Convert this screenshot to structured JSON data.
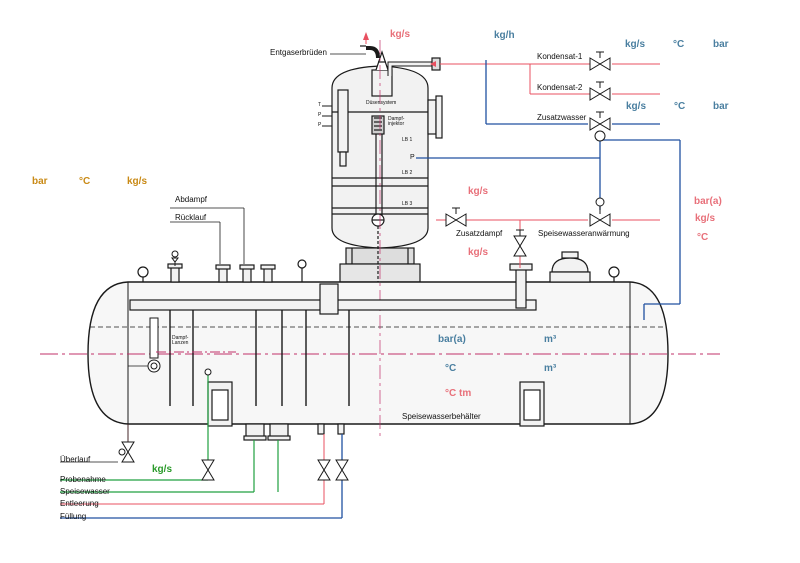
{
  "colors": {
    "background": "#ffffff",
    "line": "#1a1a1a",
    "vessel_fill": "#f2f2f2",
    "steam_red": "#e85060",
    "water_blue": "#2050a0",
    "sample_green": "#20a040",
    "centerline": "#c0306a",
    "label_orange": "#c98a16",
    "label_blue": "#4a7fa0",
    "label_pink": "#e8707a"
  },
  "labels": {
    "entgaserbrueden": "Entgaserbrüden",
    "duesensystem": "Düsensystem",
    "dampfinjektor": "Dampf-\ninjektor",
    "lb1": "LB 1",
    "lb2": "LB 2",
    "lb3": "LB 3",
    "level_tp_t": "T",
    "level_tp_p": "P",
    "level_tp_p2": "P",
    "kondensat1": "Kondensat-1",
    "kondensat2": "Kondensat-2",
    "zusatzwasser": "Zusatzwasser",
    "speisewasseranwaermung": "Speisewasseranwärmung",
    "zusatzdampf": "Zusatzdampf",
    "abdampf": "Abdampf",
    "ruecklauf": "Rücklauf",
    "dampflanzen": "Dampf-\nLanzen",
    "speisewasserbehaelter": "Speisewasserbehälter",
    "ueberlauf": "Überlauf",
    "probenahme": "Probenahme",
    "speisewasser": "Speisewasser",
    "entleerung": "Entleerung",
    "fuellung": "Füllung",
    "p_marker": "P"
  },
  "measurements": {
    "top_kgs": "kg/s",
    "top_kgh": "kg/h",
    "row1_kgs": "kg/s",
    "row1_c": "°C",
    "row1_bar": "bar",
    "row2_kgs": "kg/s",
    "row2_c": "°C",
    "row2_bar": "bar",
    "left_bar": "bar",
    "left_c": "°C",
    "left_kgs": "kg/s",
    "mid_kgs": "kg/s",
    "zusatz_kgs": "kg/s",
    "right_bara": "bar(a)",
    "right_kgs": "kg/s",
    "right_c": "°C",
    "tank_bara": "bar(a)",
    "tank_m3_1": "m³",
    "tank_c": "°C",
    "tank_m3_2": "m³",
    "tank_ctm": "°C tm",
    "sample_kgs": "kg/s"
  }
}
